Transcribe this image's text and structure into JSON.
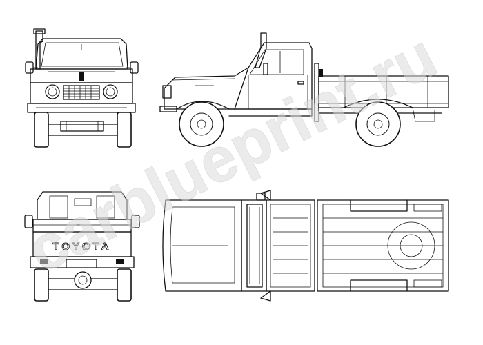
{
  "watermark": {
    "text": "carblueprint.ru",
    "color": "#dcdcdc"
  },
  "views": {
    "front": {
      "icon": "truck-front-view"
    },
    "side": {
      "icon": "truck-side-view"
    },
    "rear": {
      "icon": "truck-rear-view",
      "tailgate_text": "TOYOTA"
    },
    "top": {
      "icon": "truck-top-view"
    }
  }
}
